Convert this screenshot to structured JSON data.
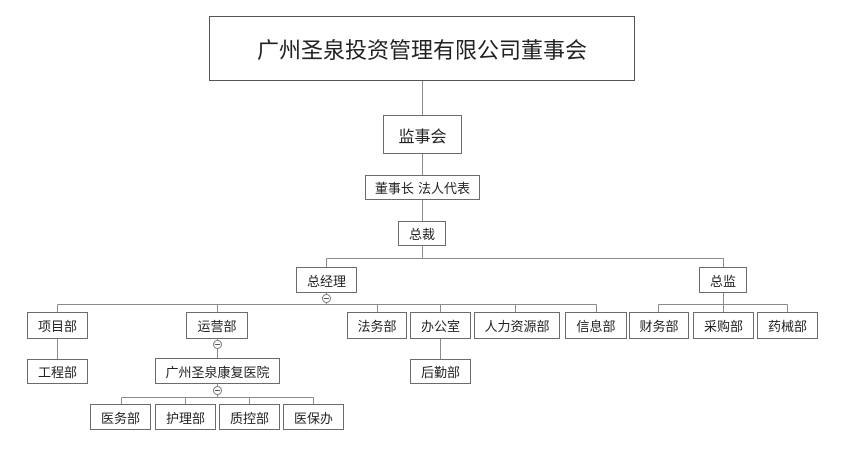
{
  "org_chart": {
    "nodes": {
      "root": "广州圣泉投资管理有限公司董事会",
      "supervisors": "监事会",
      "chairman": "董事长 法人代表",
      "president": "总裁",
      "gm": "总经理",
      "director": "总监",
      "projects": "项目部",
      "engineering": "工程部",
      "operations": "运营部",
      "hospital": "广州圣泉康复医院",
      "medical": "医务部",
      "nursing": "护理部",
      "quality": "质控部",
      "insurance": "医保办",
      "legal": "法务部",
      "office": "办公室",
      "logistics": "后勤部",
      "hr": "人力资源部",
      "it": "信息部",
      "finance": "财务部",
      "purchasing": "采购部",
      "equipment": "药械部"
    }
  }
}
